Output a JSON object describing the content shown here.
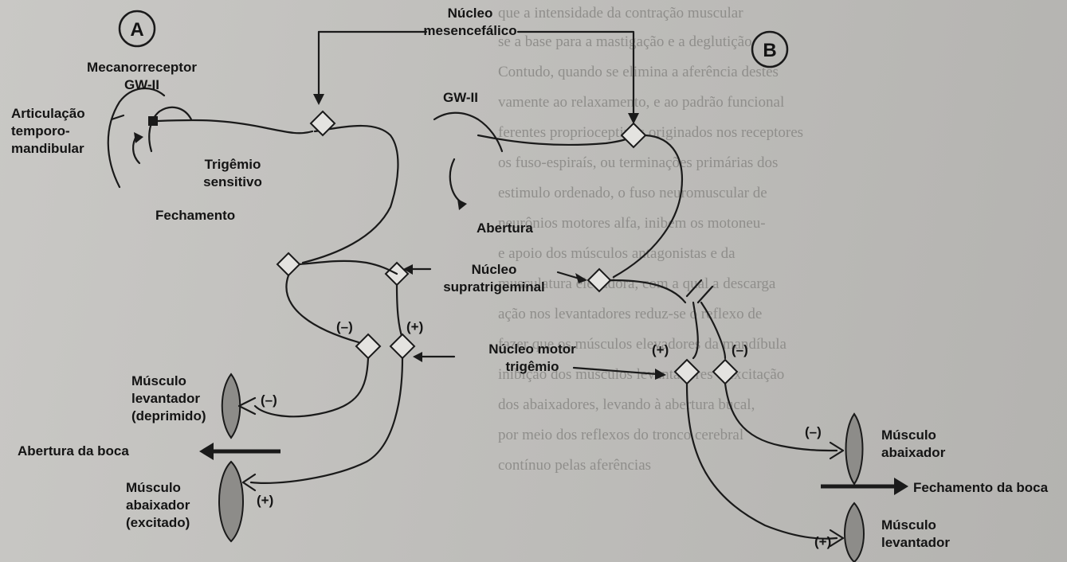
{
  "panel_a": {
    "letter": "A",
    "labels": {
      "mecanorreceptor_1": "Mecanorreceptor",
      "mecanorreceptor_2": "GW-II",
      "articulacao_1": "Articulação",
      "articulacao_2": "temporo-",
      "articulacao_3": "mandibular",
      "trigemio_1": "Trigêmio",
      "trigemio_2": "sensitivo",
      "fechamento": "Fechamento",
      "minus": "(–)",
      "plus": "(+)",
      "levantador_1": "Músculo",
      "levantador_2": "levantador",
      "levantador_3": "(deprimido)",
      "levantador_sign": "(–)",
      "abertura_boca": "Abertura da boca",
      "abaixador_1": "Músculo",
      "abaixador_2": "abaixador",
      "abaixador_3": "(excitado)",
      "abaixador_sign": "(+)"
    }
  },
  "center": {
    "nucleo_mes_1": "Núcleo",
    "nucleo_mes_2": "mesencefálico",
    "nucleo_supra_1": "Núcleo",
    "nucleo_supra_2": "supratrigeminal",
    "nucleo_motor_1": "Núcleo motor",
    "nucleo_motor_2": "trigêmio"
  },
  "panel_b": {
    "letter": "B",
    "labels": {
      "gw": "GW-II",
      "abertura": "Abertura",
      "plus": "(+)",
      "minus": "(–)",
      "abaixador_1": "Músculo",
      "abaixador_2": "abaixador",
      "abaixador_sign": "(–)",
      "fechamento_boca": "Fechamento da boca",
      "levantador_1": "Músculo",
      "levantador_2": "levantador",
      "levantador_sign": "(+)"
    }
  },
  "background_text": [
    "que a intensidade da contração muscular",
    "se a base para a mastigação e a deglutição",
    "Contudo, quando se elimina a aferência destes",
    "vamente ao relaxamento, e ao padrão funcional",
    "ferentes proprioceptivos originados nos receptores",
    "os fuso-espiraís, ou terminações primárias dos",
    "estimulo ordenado, o fuso neuromuscular de",
    "neurônios motores alfa, inibem os motoneu-",
    "e apoio dos músculos antagonistas e da",
    "musculatura elevadora, com a qual a descarga",
    "ação nos levantadores reduz-se o reflexo de",
    "fazer que os músculos elevadores da mandíbula",
    "inibição dos músculos levantadores e excitação",
    "dos abaixadores, levando à abertura bucal,",
    "por meio dos reflexos do tronco cerebral",
    "contínuo pelas aferências"
  ]
}
